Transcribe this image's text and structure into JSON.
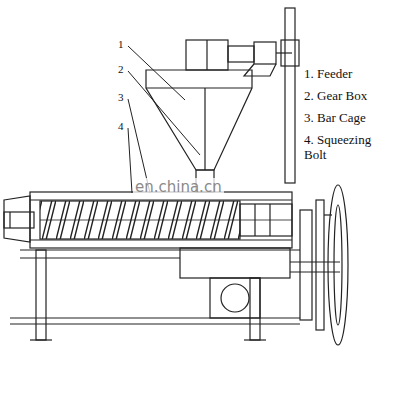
{
  "diagram": {
    "labels": [
      "1",
      "2",
      "3",
      "4",
      "1. Feeder",
      "2. Gear Box",
      "3. Bar Cage",
      "4. Squeezing Bolt",
      "en.china.cn"
    ]
  }
}
